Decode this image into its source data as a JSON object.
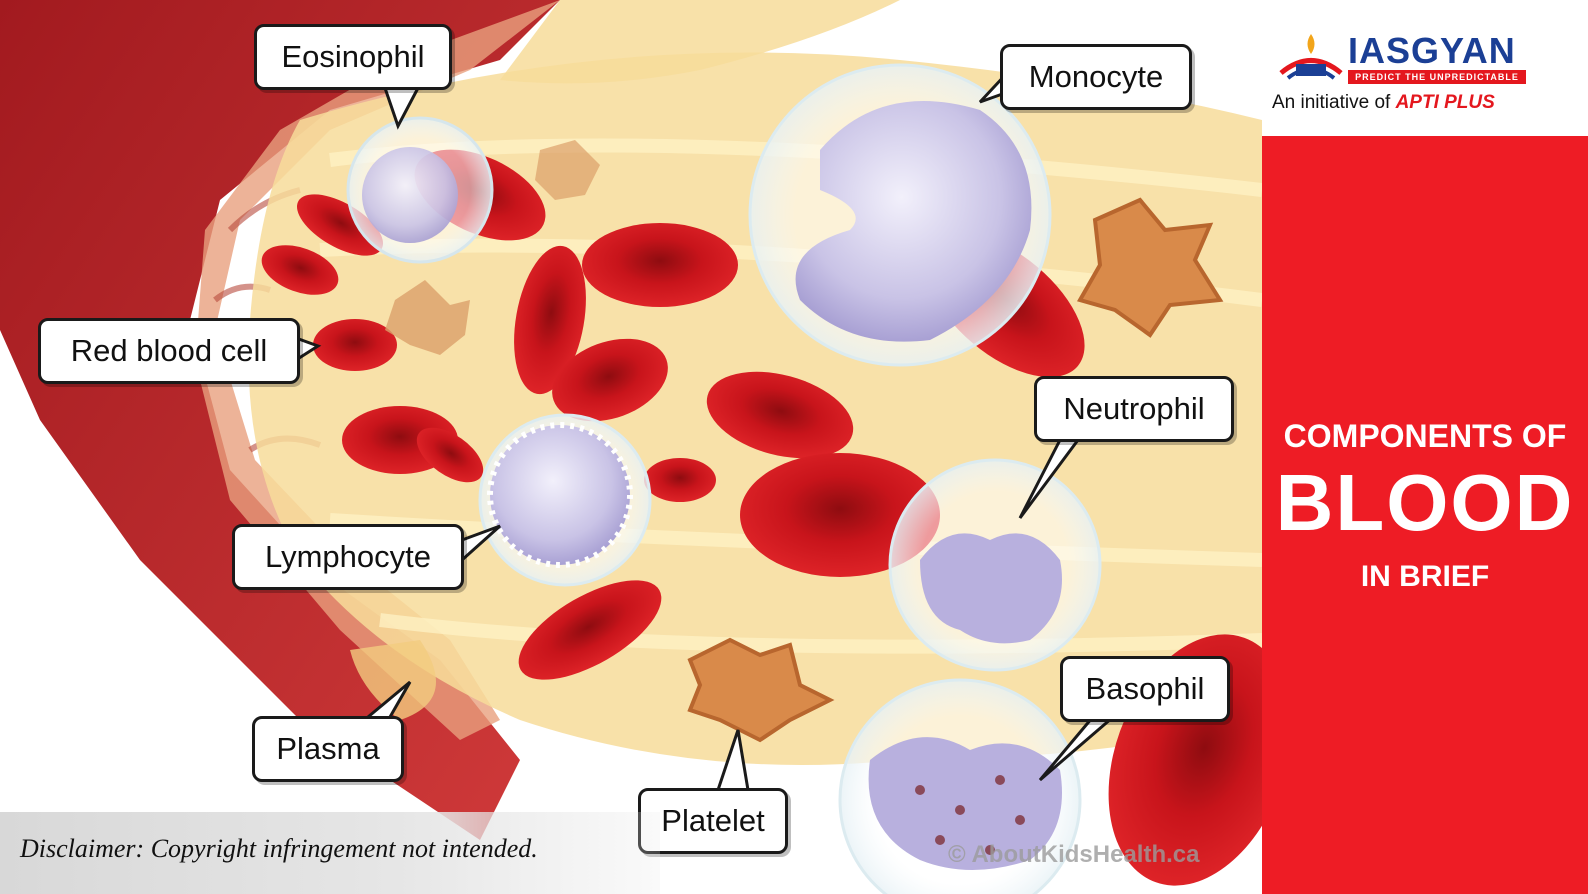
{
  "labels": {
    "eosinophil": "Eosinophil",
    "monocyte": "Monocyte",
    "red_blood_cell": "Red blood cell",
    "neutrophil": "Neutrophil",
    "lymphocyte": "Lymphocyte",
    "basophil": "Basophil",
    "plasma": "Plasma",
    "platelet": "Platelet"
  },
  "watermark": "© AboutKidsHealth.ca",
  "logo": {
    "brand": "IASGYAN",
    "tagline": "PREDICT THE UNPREDICTABLE",
    "initiative_prefix": "An initiative of ",
    "initiative_brand": "APTI PLUS"
  },
  "sidebar": {
    "line1": "COMPONENTS OF",
    "line2": "BLOOD",
    "line3": "IN BRIEF"
  },
  "disclaimer": "Disclaimer: Copyright infringement not intended.",
  "colors": {
    "sidebar": "#ee1c25",
    "brand_blue": "#1b3f95",
    "brand_red": "#e4171e",
    "rbc": "#c8141b",
    "plasma": "#f7dc9a"
  }
}
